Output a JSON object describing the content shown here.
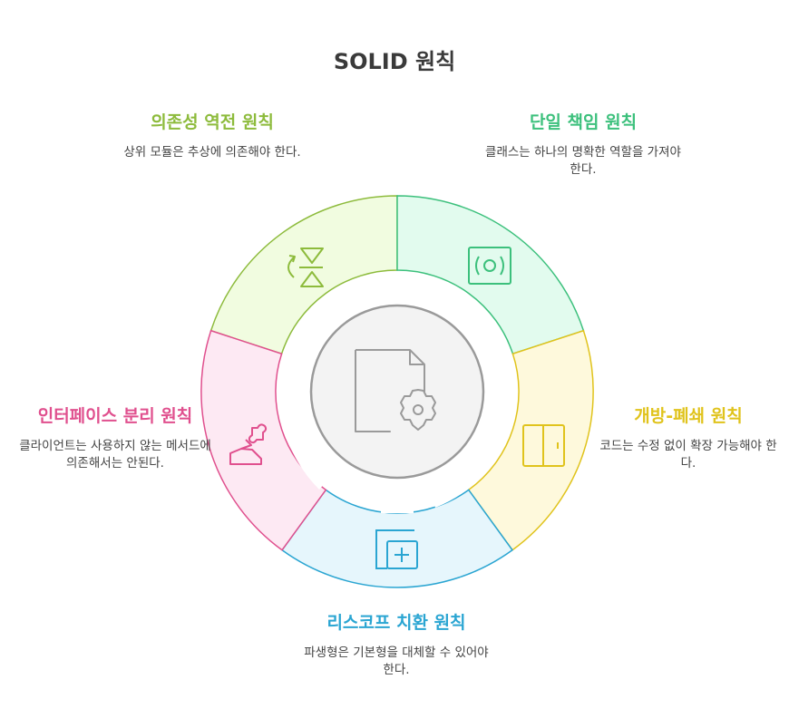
{
  "title": "SOLID 원칙",
  "colors": {
    "dip": "#8dbb3c",
    "srp": "#3cc07c",
    "ocp": "#e0c31c",
    "lsp": "#2aa5d2",
    "isp": "#e0508e",
    "center": "#9a9a9a"
  },
  "principles": {
    "dip": {
      "title": "의존성 역전 원칙",
      "desc": "상위 모듈은 추상에 의존해야 한다.",
      "icon": "swap-flip-icon"
    },
    "srp": {
      "title": "단일 책임 원칙",
      "desc": "클래스는 하나의 명확한 역할을 가져야 한다.",
      "icon": "target-box-icon"
    },
    "ocp": {
      "title": "개방-폐쇄 원칙",
      "desc": "코드는 수정 없이 확장 가능해야 한다.",
      "icon": "door-icon"
    },
    "lsp": {
      "title": "리스코프 치환 원칙",
      "desc": "파생형은 기본형을 대체할 수 있어야 한다.",
      "icon": "add-copy-icon"
    },
    "isp": {
      "title": "인터페이스 분리 원칙",
      "desc": "클라이언트는 사용하지 않는 메서드에 의존해서는 안된다.",
      "icon": "puzzle-hand-icon"
    }
  },
  "center_icon": "file-settings-icon"
}
